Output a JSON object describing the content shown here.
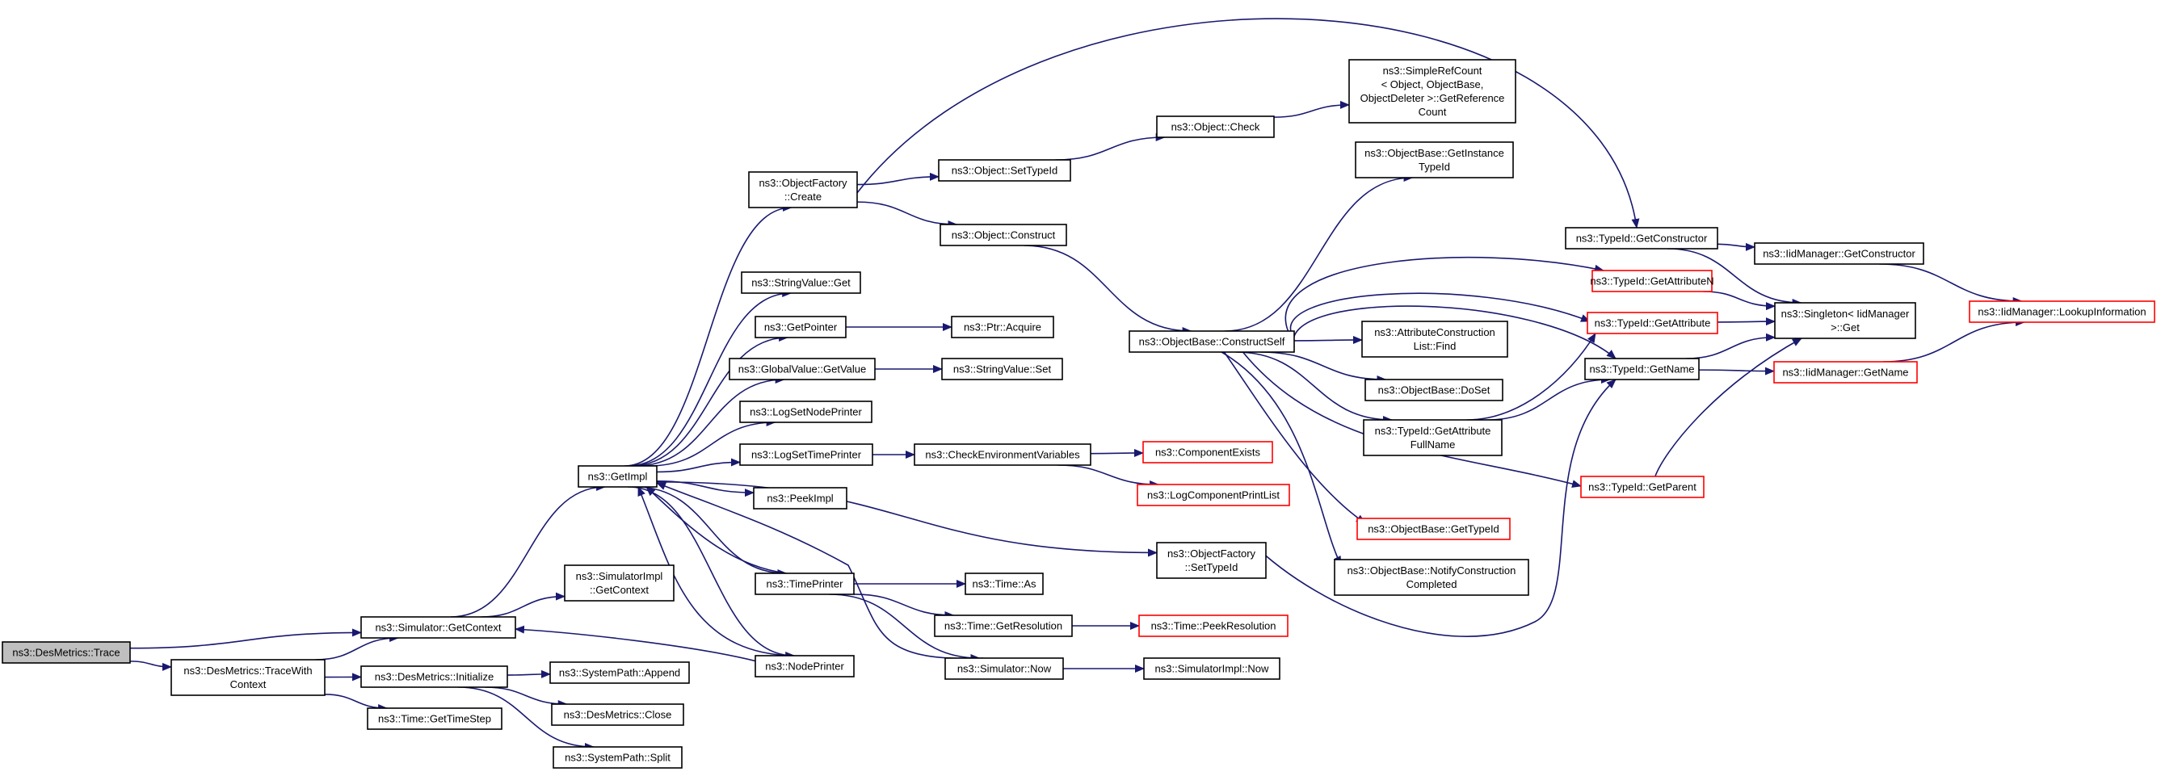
{
  "colors": {
    "node_border": "#000000",
    "link_border": "#ff0000",
    "node_fill": "#ffffff",
    "root_fill": "#bfbfbf",
    "edge": "#191970"
  },
  "nodes": [
    {
      "id": "trace",
      "lines": [
        "ns3::DesMetrics::Trace"
      ],
      "root": true
    },
    {
      "id": "tracewithctx",
      "lines": [
        "ns3::DesMetrics::TraceWith",
        "Context"
      ]
    },
    {
      "id": "getcontext",
      "lines": [
        "ns3::Simulator::GetContext"
      ]
    },
    {
      "id": "initialize",
      "lines": [
        "ns3::DesMetrics::Initialize"
      ]
    },
    {
      "id": "gettimestep",
      "lines": [
        "ns3::Time::GetTimeStep"
      ]
    },
    {
      "id": "simimplgetctx",
      "lines": [
        "ns3::SimulatorImpl",
        "::GetContext"
      ]
    },
    {
      "id": "append",
      "lines": [
        "ns3::SystemPath::Append"
      ]
    },
    {
      "id": "close",
      "lines": [
        "ns3::DesMetrics::Close"
      ]
    },
    {
      "id": "split",
      "lines": [
        "ns3::SystemPath::Split"
      ]
    },
    {
      "id": "getimpl",
      "lines": [
        "ns3::GetImpl"
      ]
    },
    {
      "id": "objfactorycreate",
      "lines": [
        "ns3::ObjectFactory",
        "::Create"
      ]
    },
    {
      "id": "stringvalueget",
      "lines": [
        "ns3::StringValue::Get"
      ]
    },
    {
      "id": "getpointer",
      "lines": [
        "ns3::GetPointer"
      ]
    },
    {
      "id": "globalvaluegetvalue",
      "lines": [
        "ns3::GlobalValue::GetValue"
      ]
    },
    {
      "id": "logsetnodeprinter",
      "lines": [
        "ns3::LogSetNodePrinter"
      ]
    },
    {
      "id": "logsettimeprinter",
      "lines": [
        "ns3::LogSetTimePrinter"
      ]
    },
    {
      "id": "peekimpl",
      "lines": [
        "ns3::PeekImpl"
      ]
    },
    {
      "id": "timeprinter",
      "lines": [
        "ns3::TimePrinter"
      ]
    },
    {
      "id": "nodeprinter",
      "lines": [
        "ns3::NodePrinter"
      ]
    },
    {
      "id": "objectsettypeid",
      "lines": [
        "ns3::Object::SetTypeId"
      ]
    },
    {
      "id": "objectconstruct",
      "lines": [
        "ns3::Object::Construct"
      ]
    },
    {
      "id": "ptracquire",
      "lines": [
        "ns3::Ptr::Acquire"
      ]
    },
    {
      "id": "stringvalueset",
      "lines": [
        "ns3::StringValue::Set"
      ]
    },
    {
      "id": "checkenv",
      "lines": [
        "ns3::CheckEnvironmentVariables"
      ]
    },
    {
      "id": "timeas",
      "lines": [
        "ns3::Time::As"
      ]
    },
    {
      "id": "timegetres",
      "lines": [
        "ns3::Time::GetResolution"
      ]
    },
    {
      "id": "simulatornow",
      "lines": [
        "ns3::Simulator::Now"
      ]
    },
    {
      "id": "objectcheck",
      "lines": [
        "ns3::Object::Check"
      ]
    },
    {
      "id": "constructself",
      "lines": [
        "ns3::ObjectBase::ConstructSelf"
      ]
    },
    {
      "id": "objfactorysettypeid",
      "lines": [
        "ns3::ObjectFactory",
        "::SetTypeId"
      ]
    },
    {
      "id": "componentexists",
      "lines": [
        "ns3::ComponentExists"
      ],
      "link": true
    },
    {
      "id": "logcomponentprintlist",
      "lines": [
        "ns3::LogComponentPrintList"
      ],
      "link": true
    },
    {
      "id": "timepeekres",
      "lines": [
        "ns3::Time::PeekResolution"
      ],
      "link": true
    },
    {
      "id": "simimplnow",
      "lines": [
        "ns3::SimulatorImpl::Now"
      ]
    },
    {
      "id": "simplerefcount",
      "lines": [
        "ns3::SimpleRefCount",
        "< Object, ObjectBase,",
        "ObjectDeleter >::GetReference",
        "Count"
      ]
    },
    {
      "id": "getinstancetypeid",
      "lines": [
        "ns3::ObjectBase::GetInstance",
        "TypeId"
      ]
    },
    {
      "id": "attrconstructionfind",
      "lines": [
        "ns3::AttributeConstruction",
        "List::Find"
      ]
    },
    {
      "id": "doset",
      "lines": [
        "ns3::ObjectBase::DoSet"
      ]
    },
    {
      "id": "getattributefullname",
      "lines": [
        "ns3::TypeId::GetAttribute",
        "FullName"
      ]
    },
    {
      "id": "objectbasegettypeid",
      "lines": [
        "ns3::ObjectBase::GetTypeId"
      ],
      "link": true
    },
    {
      "id": "notifyconstruction",
      "lines": [
        "ns3::ObjectBase::NotifyConstruction",
        "Completed"
      ]
    },
    {
      "id": "typeidgetconstructor",
      "lines": [
        "ns3::TypeId::GetConstructor"
      ]
    },
    {
      "id": "typeidgetattributen",
      "lines": [
        "ns3::TypeId::GetAttributeN"
      ],
      "link": true
    },
    {
      "id": "typeidgetattribute",
      "lines": [
        "ns3::TypeId::GetAttribute"
      ],
      "link": true
    },
    {
      "id": "typeidgetname",
      "lines": [
        "ns3::TypeId::GetName"
      ]
    },
    {
      "id": "typeidgetparent",
      "lines": [
        "ns3::TypeId::GetParent"
      ],
      "link": true
    },
    {
      "id": "iidmgrgetconstructor",
      "lines": [
        "ns3::IidManager::GetConstructor"
      ]
    },
    {
      "id": "singletonget",
      "lines": [
        "ns3::Singleton< IidManager",
        ">::Get"
      ]
    },
    {
      "id": "iidmgrgetname",
      "lines": [
        "ns3::IidManager::GetName"
      ],
      "link": true
    },
    {
      "id": "iidmgrlookup",
      "lines": [
        "ns3::IidManager::LookupInformation"
      ],
      "link": true
    }
  ],
  "edges": [
    [
      "trace",
      "getcontext"
    ],
    [
      "trace",
      "tracewithctx"
    ],
    [
      "tracewithctx",
      "getcontext"
    ],
    [
      "tracewithctx",
      "initialize"
    ],
    [
      "tracewithctx",
      "gettimestep"
    ],
    [
      "getcontext",
      "getimpl"
    ],
    [
      "getcontext",
      "simimplgetctx"
    ],
    [
      "initialize",
      "append"
    ],
    [
      "initialize",
      "close"
    ],
    [
      "initialize",
      "split"
    ],
    [
      "getimpl",
      "objfactorycreate"
    ],
    [
      "getimpl",
      "stringvalueget"
    ],
    [
      "getimpl",
      "getpointer"
    ],
    [
      "getimpl",
      "globalvaluegetvalue"
    ],
    [
      "getimpl",
      "logsetnodeprinter"
    ],
    [
      "getimpl",
      "logsettimeprinter"
    ],
    [
      "getimpl",
      "peekimpl"
    ],
    [
      "getimpl",
      "timeprinter"
    ],
    [
      "getimpl",
      "nodeprinter"
    ],
    [
      "getimpl",
      "objfactorysettypeid"
    ],
    [
      "nodeprinter",
      "getcontext"
    ],
    [
      "nodeprinter",
      "getimpl"
    ],
    [
      "timeprinter",
      "getimpl"
    ],
    [
      "timeprinter",
      "timeas"
    ],
    [
      "timeprinter",
      "timegetres"
    ],
    [
      "timeprinter",
      "simulatornow"
    ],
    [
      "simulatornow",
      "getimpl"
    ],
    [
      "simulatornow",
      "simimplnow"
    ],
    [
      "objfactorycreate",
      "typeidgetconstructor"
    ],
    [
      "objfactorycreate",
      "objectsettypeid"
    ],
    [
      "objfactorycreate",
      "objectconstruct"
    ],
    [
      "getpointer",
      "ptracquire"
    ],
    [
      "globalvaluegetvalue",
      "stringvalueset"
    ],
    [
      "logsettimeprinter",
      "checkenv"
    ],
    [
      "checkenv",
      "componentexists"
    ],
    [
      "checkenv",
      "logcomponentprintlist"
    ],
    [
      "timegetres",
      "timepeekres"
    ],
    [
      "objectsettypeid",
      "objectcheck"
    ],
    [
      "objectcheck",
      "simplerefcount"
    ],
    [
      "objectconstruct",
      "constructself"
    ],
    [
      "objfactorysettypeid",
      "typeidgetname"
    ],
    [
      "constructself",
      "getinstancetypeid"
    ],
    [
      "constructself",
      "typeidgetattributen"
    ],
    [
      "constructself",
      "typeidgetattribute"
    ],
    [
      "constructself",
      "typeidgetname"
    ],
    [
      "constructself",
      "attrconstructionfind"
    ],
    [
      "constructself",
      "doset"
    ],
    [
      "constructself",
      "getattributefullname"
    ],
    [
      "constructself",
      "typeidgetparent"
    ],
    [
      "constructself",
      "objectbasegettypeid"
    ],
    [
      "constructself",
      "notifyconstruction"
    ],
    [
      "getattributefullname",
      "typeidgetattribute"
    ],
    [
      "getattributefullname",
      "typeidgetname"
    ],
    [
      "typeidgetconstructor",
      "iidmgrgetconstructor"
    ],
    [
      "typeidgetconstructor",
      "singletonget"
    ],
    [
      "typeidgetattributen",
      "singletonget"
    ],
    [
      "typeidgetattribute",
      "singletonget"
    ],
    [
      "typeidgetname",
      "singletonget"
    ],
    [
      "typeidgetname",
      "iidmgrgetname"
    ],
    [
      "typeidgetparent",
      "singletonget"
    ],
    [
      "iidmgrgetconstructor",
      "iidmgrlookup"
    ],
    [
      "iidmgrgetname",
      "iidmgrlookup"
    ]
  ]
}
